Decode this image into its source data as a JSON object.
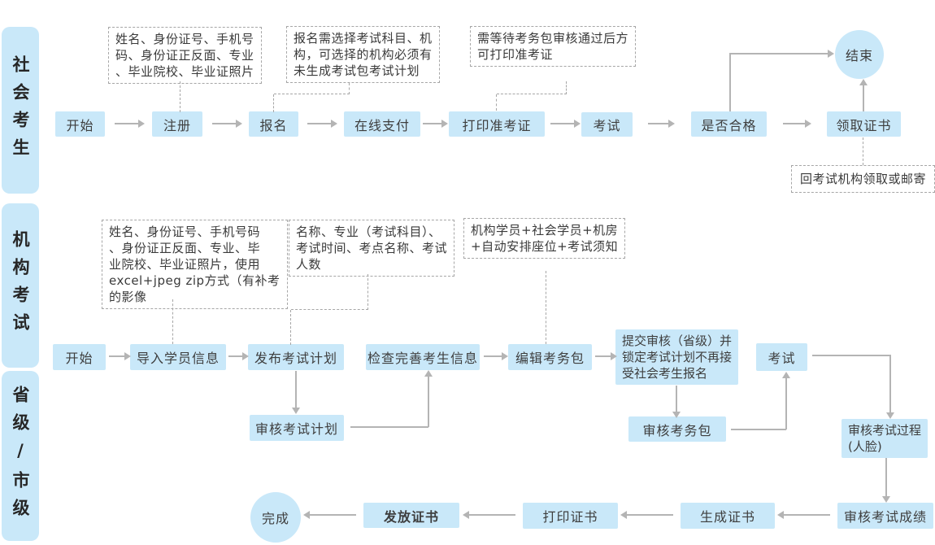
{
  "colors": {
    "node_fill": "#c9e8f9",
    "lane_fill": "#c9e8f9",
    "arrow_gray": "#b4b4b4",
    "note_border_gray": "#a6a6a6",
    "text_dark": "#3e3e3e",
    "background": "#ffffff"
  },
  "lanes": {
    "social": "社会考生",
    "org": "机构考试",
    "gov": "省级/市级"
  },
  "nodes": {
    "t_start": "开始",
    "t_register": "注册",
    "t_signup": "报名",
    "t_pay": "在线支付",
    "t_print": "打印准考证",
    "t_exam": "考试",
    "t_pass": "是否合格",
    "t_cert": "领取证书",
    "t_end": "结束",
    "m_start": "开始",
    "m_import": "导入学员信息",
    "m_publish": "发布考试计划",
    "m_check": "检查完善考生信息",
    "m_edit": "编辑考务包",
    "m_submit": "提交审核（省级）并\n锁定考试计划不再接\n受社会考生报名",
    "m_exam": "考试",
    "b_plan_review": "审核考试计划",
    "b_pkg_review": "审核考务包",
    "b_proc_review": "审核考试过程\n(人脸)",
    "b_score_review": "审核考试成绩",
    "b_gen_cert": "生成证书",
    "b_print_cert": "打印证书",
    "b_issue_cert": "发放证书",
    "b_done": "完成"
  },
  "notes": {
    "register_note": "姓名、身份证号、手机号\n码、身份证正反面、专业\n、毕业院校、毕业证照片",
    "signup_note": "报名需选择考试科目、机\n构，可选择的机构必须有\n未生成考试包考试计划",
    "ticket_note": "需等待考务包审核通过后方\n可打印准考证",
    "cert_note": "回考试机构领取或邮寄",
    "import_note": "姓名、身份证号、手机号码\n、身份证正反面、专业、毕\n业院校、毕业证照片，使用\nexcel+jpeg zip方式（有补考\n的影像",
    "plan_note": "名称、专业（考试科目）、\n考试时间、考点名称、考试\n人数",
    "package_note": "机构学员+社会学员+机房\n+自动安排座位+考试须知"
  }
}
